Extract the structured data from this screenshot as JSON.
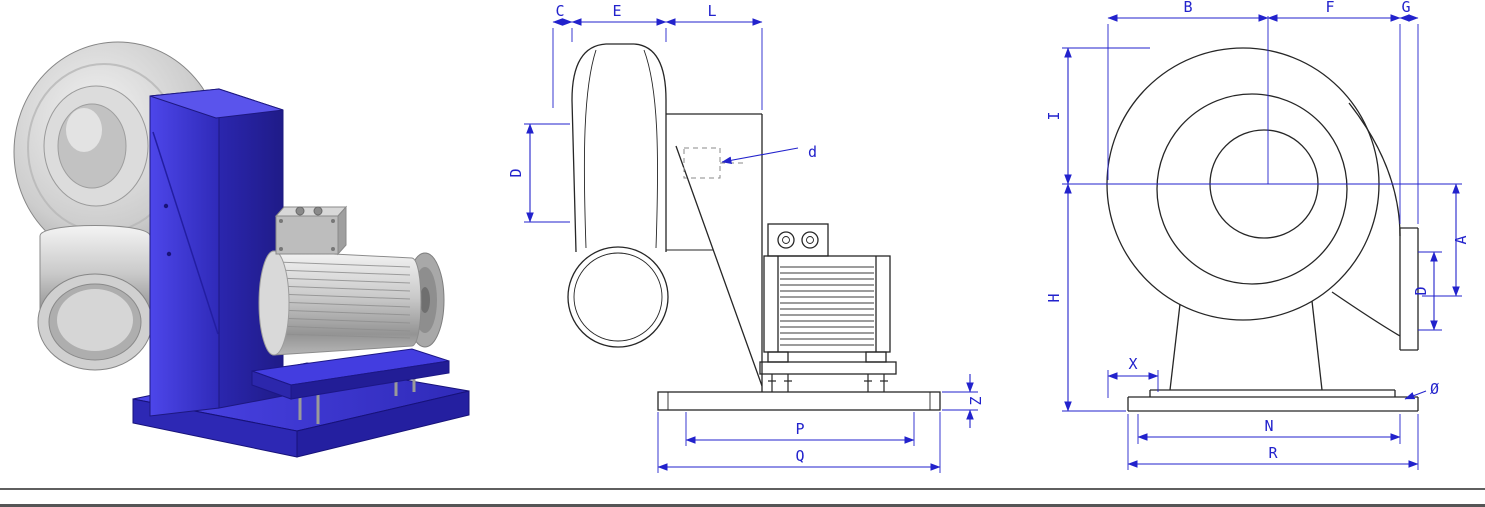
{
  "colors": {
    "dimension_blue": "#2222cc",
    "drawing_line": "#262626",
    "blower_body_blue": "#3a34d0",
    "metal_gray": "#c8c8c8",
    "background": "#ffffff"
  },
  "views": {
    "side": {
      "dims": {
        "C": "C",
        "E": "E",
        "L": "L",
        "D": "D",
        "d": "d",
        "Z": "Z",
        "P": "P",
        "Q": "Q"
      }
    },
    "front": {
      "dims": {
        "B": "B",
        "F": "F",
        "G": "G",
        "I": "I",
        "H": "H",
        "A": "A",
        "D": "D",
        "X": "X",
        "N": "N",
        "R": "R",
        "DIA": "Ø"
      }
    }
  }
}
